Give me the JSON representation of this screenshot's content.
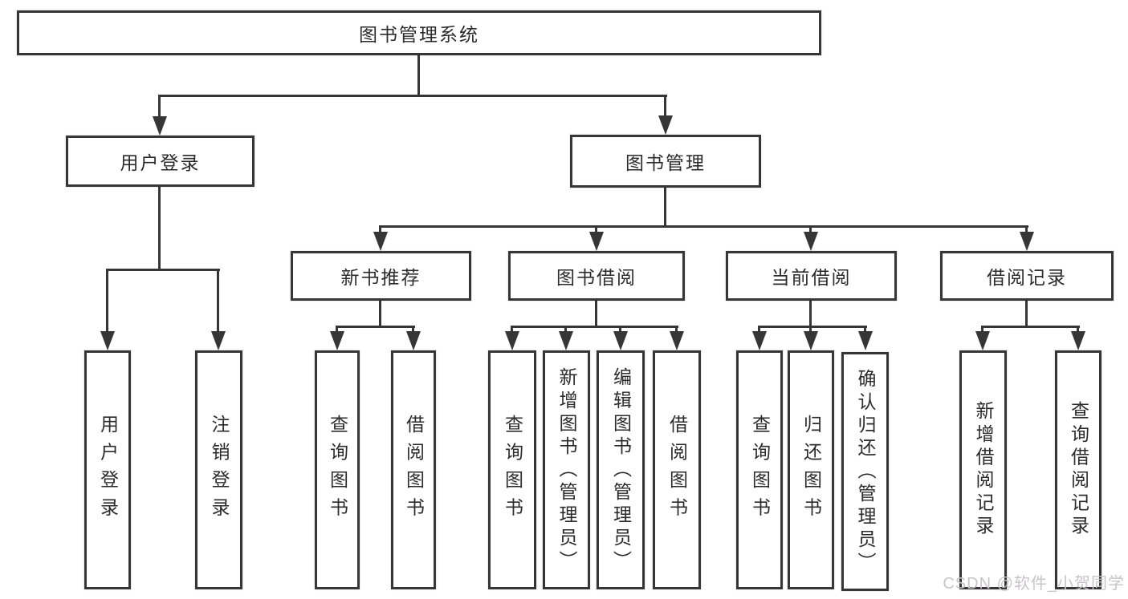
{
  "nodes": {
    "root": "图书管理系统",
    "user_login": "用户登录",
    "book_management": "图书管理",
    "new_book_recommend": "新书推荐",
    "book_borrow": "图书借阅",
    "current_borrow": "当前借阅",
    "borrow_records": "借阅记录"
  },
  "leaves": {
    "user_login": [
      "用户登录",
      "注销登录"
    ],
    "new_book_recommend": [
      "查询图书",
      "借阅图书"
    ],
    "book_borrow": [
      "查询图书",
      "新增图书（管理员）",
      "编辑图书（管理员）",
      "借阅图书"
    ],
    "current_borrow": [
      "查询图书",
      "归还图书",
      "确认归还（管理员）"
    ],
    "borrow_records": [
      "新增借阅记录",
      "查询借阅记录"
    ]
  },
  "watermark": "CSDN @软件_小贺同学",
  "colors": {
    "line": "#363636",
    "text": "#2b2b2b",
    "watermark": "#c8c5c8",
    "background": "#ffffff"
  }
}
